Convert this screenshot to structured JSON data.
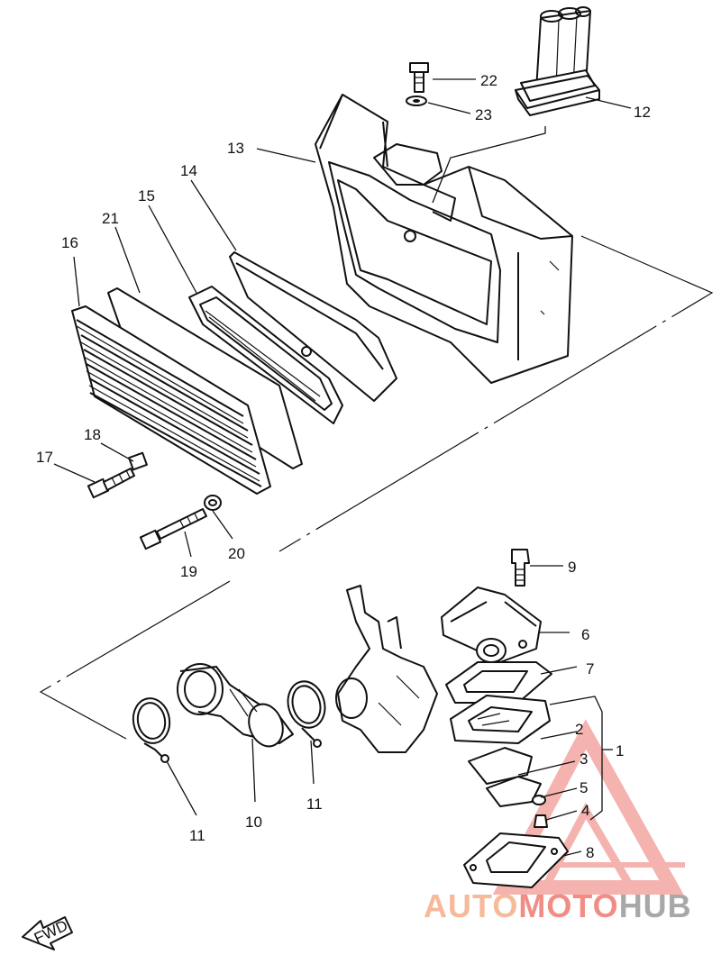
{
  "parts": [
    {
      "id": "p1",
      "label": "1"
    },
    {
      "id": "p2",
      "label": "2"
    },
    {
      "id": "p3",
      "label": "3"
    },
    {
      "id": "p4",
      "label": "4"
    },
    {
      "id": "p5",
      "label": "5"
    },
    {
      "id": "p6",
      "label": "6"
    },
    {
      "id": "p7",
      "label": "7"
    },
    {
      "id": "p8",
      "label": "8"
    },
    {
      "id": "p9",
      "label": "9"
    },
    {
      "id": "p10",
      "label": "10"
    },
    {
      "id": "p11a",
      "label": "11"
    },
    {
      "id": "p11b",
      "label": "11"
    },
    {
      "id": "p12",
      "label": "12"
    },
    {
      "id": "p13",
      "label": "13"
    },
    {
      "id": "p14",
      "label": "14"
    },
    {
      "id": "p15",
      "label": "15"
    },
    {
      "id": "p16",
      "label": "16"
    },
    {
      "id": "p17",
      "label": "17"
    },
    {
      "id": "p18",
      "label": "18"
    },
    {
      "id": "p19",
      "label": "19"
    },
    {
      "id": "p20",
      "label": "20"
    },
    {
      "id": "p21",
      "label": "21"
    },
    {
      "id": "p22",
      "label": "22"
    },
    {
      "id": "p23",
      "label": "23"
    }
  ],
  "fwd_label": "FWD",
  "watermark": {
    "part1": "AUTO",
    "part2": "MOTO",
    "part3": "HUB",
    "colors": {
      "auto": "#f6b99a",
      "moto": "#f28d86",
      "hub": "#a8a8a8",
      "triangle": "#f19a94"
    }
  }
}
